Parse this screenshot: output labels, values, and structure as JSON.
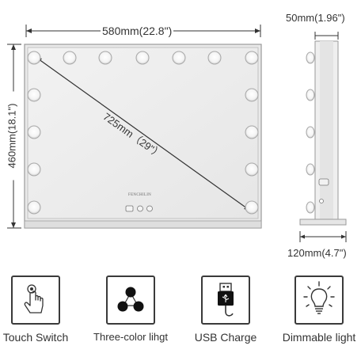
{
  "dimensions": {
    "width_label": "580mm(22.8\")",
    "height_label": "460mm(18.1\")",
    "diagonal_label": "725mm（29\"）",
    "depth_label": "50mm(1.96\")",
    "base_label": "120mm(4.7\")"
  },
  "mirror": {
    "brand": "FENCHILIN"
  },
  "features": [
    {
      "label": "Touch Switch",
      "icon": "touch-finger-icon"
    },
    {
      "label": "Three-color lihgt",
      "icon": "three-dots-icon"
    },
    {
      "label": "USB Charge",
      "icon": "usb-plug-icon"
    },
    {
      "label": "Dimmable light",
      "icon": "bulb-icon"
    }
  ]
}
